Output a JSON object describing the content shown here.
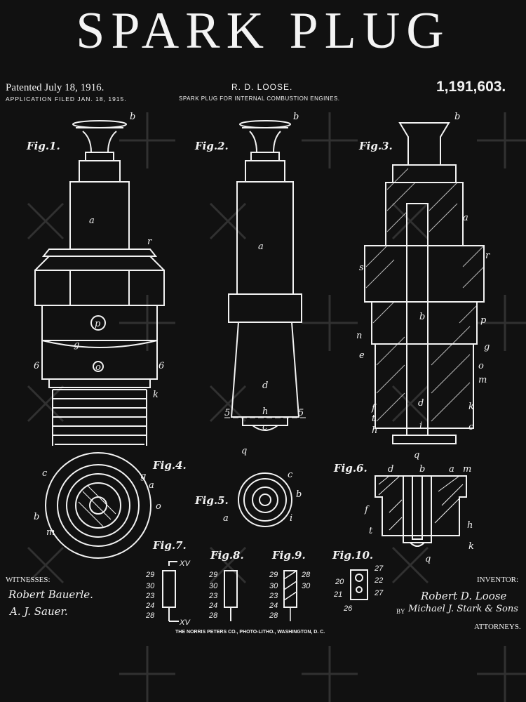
{
  "title": "SPARK PLUG",
  "header": {
    "patented": "Patented July 18, 1916.",
    "application": "APPLICATION FILED JAN. 18, 1915.",
    "inventor_name": "R. D. LOOSE.",
    "subtitle": "SPARK PLUG FOR INTERNAL COMBUSTION ENGINES.",
    "patent_number": "1,191,603."
  },
  "figures": {
    "fig1": "Fig.1.",
    "fig2": "Fig.2.",
    "fig3": "Fig.3.",
    "fig4": "Fig.4.",
    "fig5": "Fig.5.",
    "fig6": "Fig.6.",
    "fig7": "Fig.7.",
    "fig8": "Fig.8.",
    "fig9": "Fig.9.",
    "fig10": "Fig.10."
  },
  "labels": {
    "a": "a",
    "b": "b",
    "c": "c",
    "d": "d",
    "e": "e",
    "f": "f",
    "g": "g",
    "h": "h",
    "i": "i",
    "k": "k",
    "m": "m",
    "n": "n",
    "o": "o",
    "p": "p",
    "q": "q",
    "r": "r",
    "s": "s",
    "t": "t",
    "six": "6",
    "five": "5",
    "xv": "XV",
    "n20": "20",
    "n21": "21",
    "n22": "22",
    "n23": "23",
    "n24": "24",
    "n26": "26",
    "n27": "27",
    "n28": "28",
    "n29": "29",
    "n30": "30"
  },
  "footer": {
    "witnesses": "WITNESSES:",
    "witness1": "Robert Bauerle.",
    "witness2": "A. J. Sauer.",
    "inventor_label": "INVENTOR:",
    "inventor_sig": "Robert D. Loose",
    "by": "BY",
    "attorney_sig": "Michael J. Stark & Sons",
    "attorneys": "ATTORNEYS.",
    "printer": "THE NORRIS PETERS CO., PHOTO-LITHO., WASHINGTON, D. C."
  },
  "colors": {
    "background": "#111111",
    "ink": "#f2f2f2",
    "watermark": "#3a3a3a"
  }
}
